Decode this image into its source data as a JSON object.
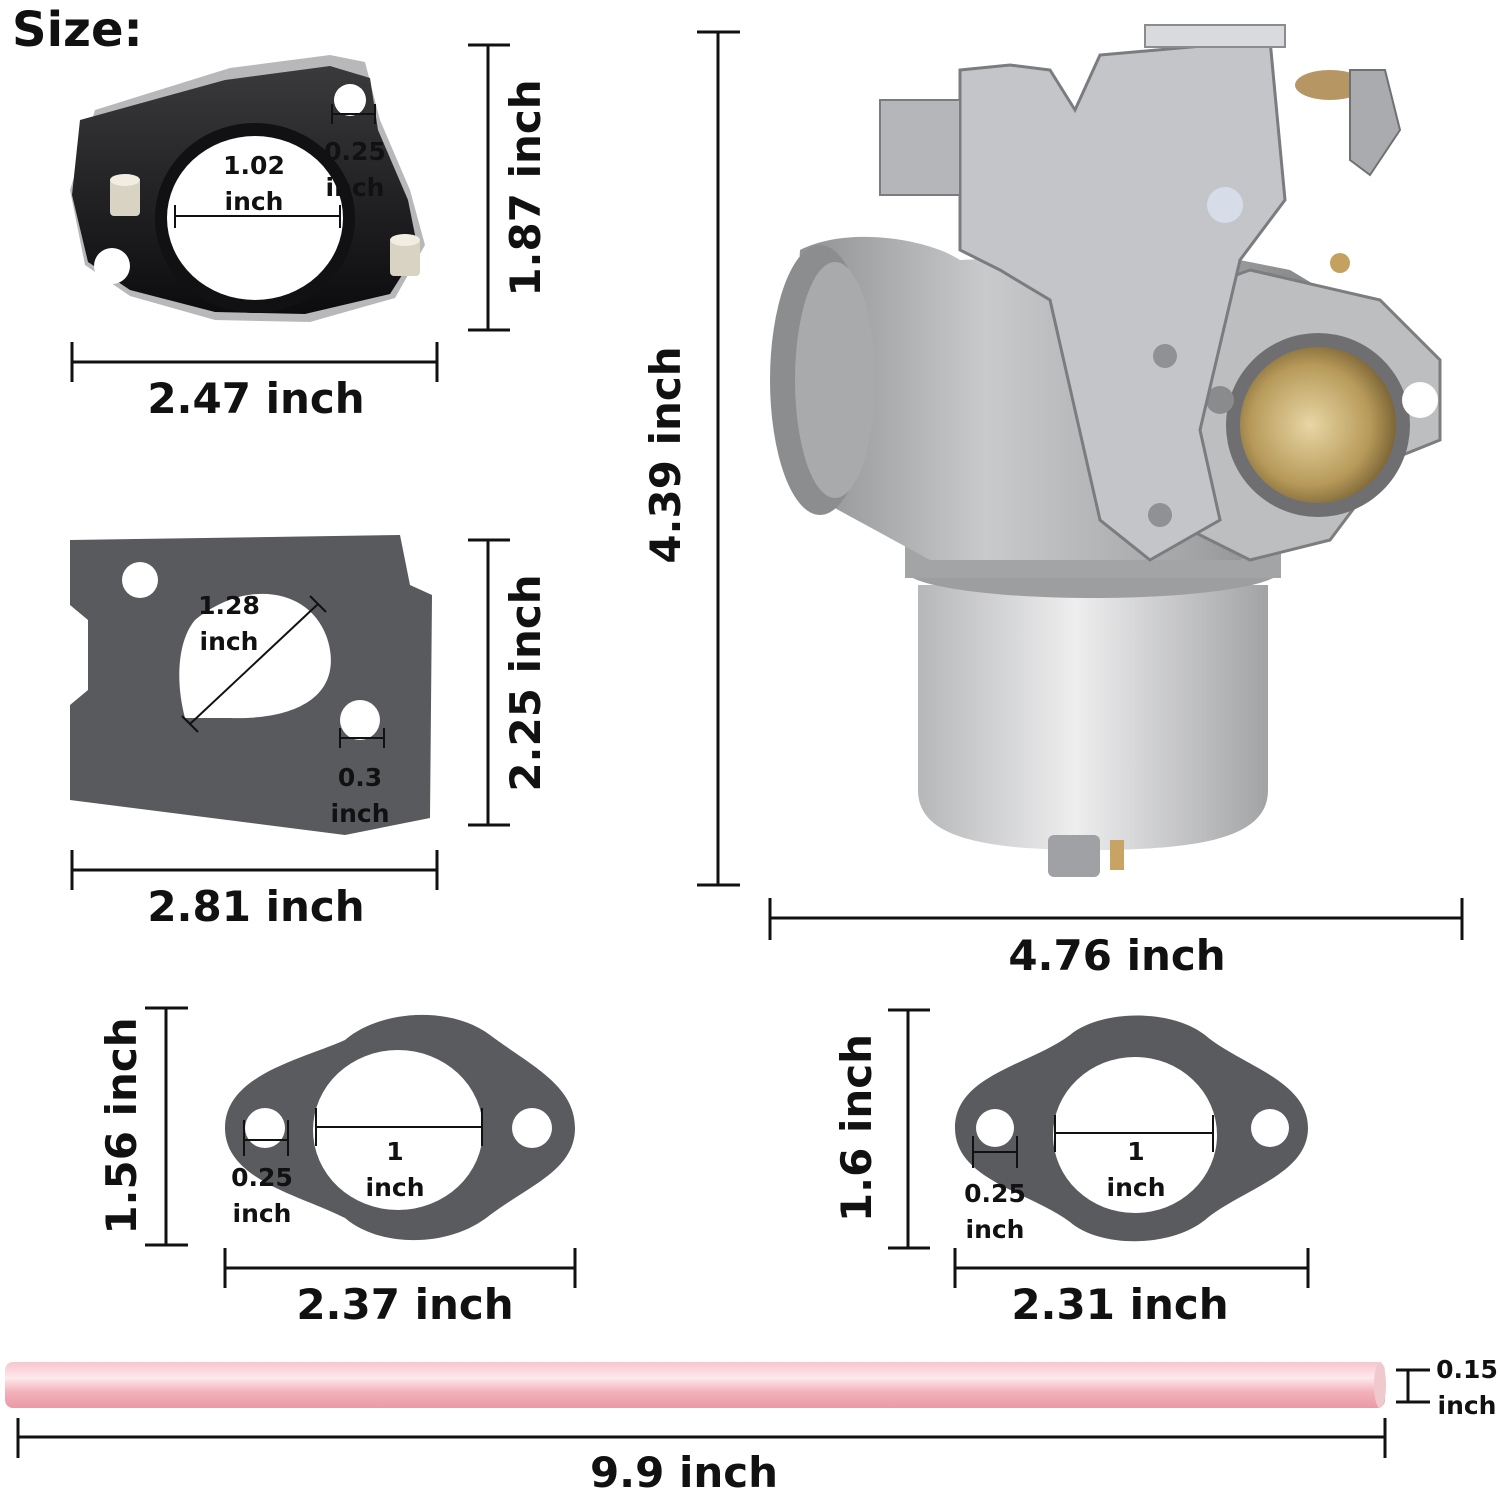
{
  "title": "Size:",
  "parts": {
    "intake_flange": {
      "width": "2.47 inch",
      "height": "1.87 inch",
      "bore": [
        "1.02",
        "inch"
      ],
      "hole": [
        "0.25",
        "inch"
      ],
      "color": "#1a1a1c"
    },
    "insulator_gasket": {
      "width": "2.81 inch",
      "height": "2.25 inch",
      "bore": [
        "1.28",
        "inch"
      ],
      "hole": [
        "0.3",
        "inch"
      ],
      "color": "#595a5e"
    },
    "carburetor": {
      "width": "4.76 inch",
      "height": "4.39 inch",
      "color": "#a9aaac"
    },
    "gasket_left": {
      "width": "2.37 inch",
      "height": "1.56 inch",
      "bore": [
        "1",
        "inch"
      ],
      "hole": [
        "0.25",
        "inch"
      ],
      "color": "#5a5b5f"
    },
    "gasket_right": {
      "width": "2.31 inch",
      "height": "1.6 inch",
      "bore": [
        "1",
        "inch"
      ],
      "hole": [
        "0.25",
        "inch"
      ],
      "color": "#5a5b5f"
    },
    "fuel_line": {
      "length": "9.9 inch",
      "diameter": [
        "0.15",
        "inch"
      ],
      "color": "#f4b4bd"
    }
  }
}
